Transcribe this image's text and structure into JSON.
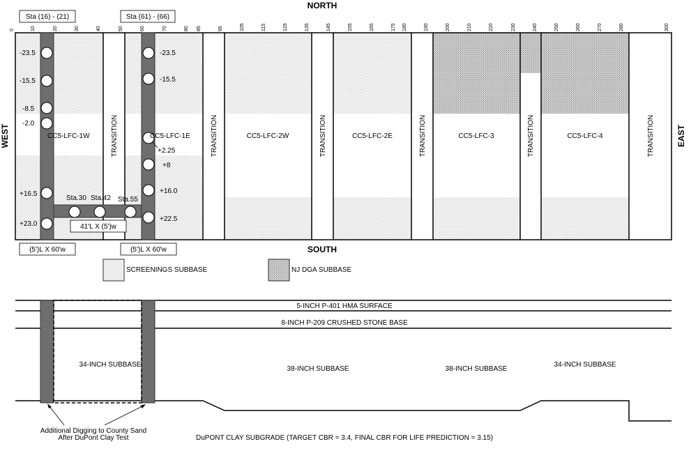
{
  "directions": {
    "north": "NORTH",
    "south": "SOUTH",
    "west": "WEST",
    "east": "EAST"
  },
  "station_ticks": [
    "0",
    "10",
    "20",
    "30",
    "40",
    "50",
    "60",
    "70",
    "80",
    "85",
    "95",
    "105",
    "115",
    "125",
    "135",
    "145",
    "155",
    "165",
    "175",
    "180",
    "190",
    "200",
    "210",
    "220",
    "230",
    "240",
    "250",
    "260",
    "270",
    "280",
    "300"
  ],
  "boxes": {
    "sta_left": "Sta (16) - (21)",
    "sta_right": "Sta (61) - (66)",
    "trench_left": "(5')L X 60'w",
    "trench_right": "(5')L X 60'w",
    "cross_trench": "41'L X (5')w"
  },
  "sections": [
    {
      "label": "CC5-LFC-1W",
      "vertical": false
    },
    {
      "label": "TRANSITION",
      "vertical": true
    },
    {
      "label": "CC5-LFC-1E",
      "vertical": false
    },
    {
      "label": "TRANSITION",
      "vertical": true
    },
    {
      "label": "CC5-LFC-2W",
      "vertical": false
    },
    {
      "label": "TRANSITION",
      "vertical": true
    },
    {
      "label": "CC5-LFC-2E",
      "vertical": false
    },
    {
      "label": "TRANSITION",
      "vertical": true
    },
    {
      "label": "CC5-LFC-3",
      "vertical": false
    },
    {
      "label": "TRANSITION",
      "vertical": true
    },
    {
      "label": "CC5-LFC-4",
      "vertical": false
    },
    {
      "label": "TRANSITION",
      "vertical": true
    }
  ],
  "offsets_left": [
    "-23.5",
    "-15.5",
    "-8.5",
    "-2.0",
    "+16.5",
    "+23.0"
  ],
  "offsets_right": [
    "-23.5",
    "-15.5",
    "+2.25",
    "+8",
    "+16.0",
    "+22.5"
  ],
  "cross_stations": [
    "Sta.30",
    "Sta.42",
    "Sta.55"
  ],
  "legend": {
    "screenings": "SCREENINGS SUBBASE",
    "dga": "NJ DGA SUBBASE"
  },
  "profile": {
    "surface": "5-INCH P-401 HMA SURFACE",
    "base": "8-INCH P-209 CRUSHED STONE BASE",
    "subbase_34_left": "34-INCH SUBBASE",
    "subbase_38_a": "38-INCH SUBBASE",
    "subbase_38_b": "38-INCH SUBBASE",
    "subbase_34_right": "34-INCH SUBBASE",
    "note_line1": "Additional Digging to County Sand",
    "note_line2": "After DuPont Clay Test",
    "subgrade": "DuPONT CLAY SUBGRADE (TARGET CBR = 3.4, FINAL CBR FOR LIFE PREDICTION = 3.15)"
  }
}
